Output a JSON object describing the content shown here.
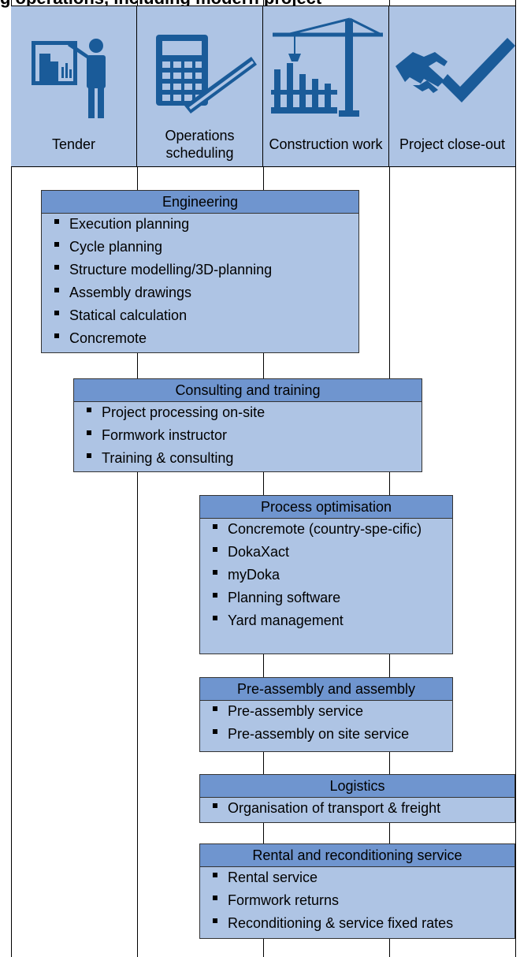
{
  "heading": "g operations, including modern project",
  "phases": [
    {
      "label": "Tender",
      "icon": "presentation-icon"
    },
    {
      "label": "Operations scheduling",
      "icon": "calculator-ruler-icon"
    },
    {
      "label": "Construction work",
      "icon": "crane-icon"
    },
    {
      "label": "Project close-out",
      "icon": "handshake-check-icon"
    }
  ],
  "boxes": [
    {
      "title": "Engineering",
      "items": [
        "Execution planning",
        "Cycle planning",
        "Structure modelling/3D-planning",
        "Assembly drawings",
        "Statical calculation",
        "Concremote"
      ]
    },
    {
      "title": "Consulting and training",
      "items": [
        "Project processing on-site",
        "Formwork instructor",
        "Training & consulting"
      ]
    },
    {
      "title": "Process optimisation",
      "items": [
        "Concremote (country-spe-cific)",
        "DokaXact",
        "myDoka",
        "Planning software",
        "Yard management"
      ]
    },
    {
      "title": "Pre-assembly and assembly",
      "items": [
        "Pre-assembly service",
        "Pre-assembly on site service"
      ]
    },
    {
      "title": "Logistics",
      "items": [
        "Organisation of transport & freight"
      ]
    },
    {
      "title": "Rental and reconditioning service",
      "items": [
        "Rental service",
        "Formwork returns",
        "Reconditioning & service fixed rates"
      ]
    }
  ],
  "colors": {
    "header_bg": "#aec4e4",
    "box_bg": "#aec4e4",
    "title_bg": "#6f95cf",
    "icon": "#1a5b99"
  }
}
